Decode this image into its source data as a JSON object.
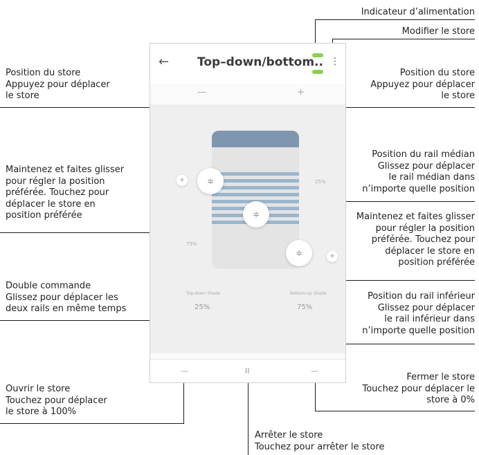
{
  "app": {
    "title": "Top–down/bottom..",
    "back_icon": "←",
    "more_icon": "⋮",
    "top_down_pct": "25%",
    "bottom_up_pct": "75%",
    "top_down_label": "Top-down Shade",
    "bottom_up_label": "Bottom-up Shade",
    "rail_left_pct": "75%",
    "rail_right_pct": "25%",
    "btn_up_glyph": "—",
    "btn_down_glyph": "+",
    "open_glyph": "—",
    "stop_glyph": "II",
    "close_glyph": "—",
    "accent_color": "#7e97ae",
    "battery_color": "#8ad14d"
  },
  "annotations": {
    "power": "Indicateur d’alimentation",
    "edit": "Modifier le store",
    "pos_left": [
      "Position du store",
      "Appuyez pour déplacer",
      "le store"
    ],
    "pos_right": [
      "Position du store",
      "Appuyez pour déplacer",
      "le store"
    ],
    "hold_left": [
      "Maintenez et faites glisser",
      "pour régler la position",
      "préférée. Touchez pour",
      "déplacer le store en",
      "position préférée"
    ],
    "mid_rail": [
      "Position du rail médian",
      "Glissez pour déplacer",
      "le rail médian dans",
      "n’importe quelle position"
    ],
    "hold_right": [
      "Maintenez et faites glisser",
      "pour régler la position",
      "préférée. Touchez pour",
      "déplacer le store en",
      "position préférée"
    ],
    "dual": [
      "Double commande",
      "Glissez pour déplacer les",
      "deux rails en même temps"
    ],
    "bottom_rail": [
      "Position du rail inférieur",
      "Glissez pour déplacer",
      "le rail inférieur dans",
      "n’importe quelle position"
    ],
    "open": [
      "Ouvrir le store",
      "Touchez pour déplacer",
      "le store à 100%"
    ],
    "close": [
      "Fermer le store",
      "Touchez pour déplacer le",
      "store à 0%"
    ],
    "stop": [
      "Arrêter le store",
      "Touchez pour arrêter le store"
    ]
  }
}
